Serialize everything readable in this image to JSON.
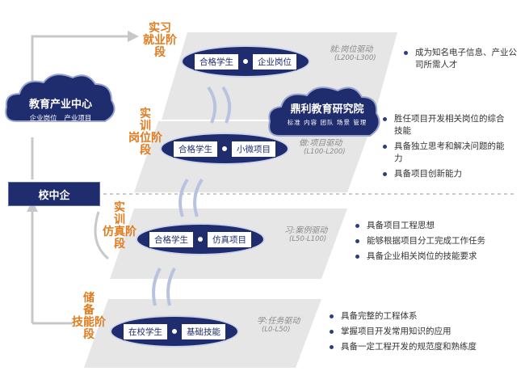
{
  "stages": [
    {
      "side_chars": [
        "实习",
        "就业阶",
        "段"
      ],
      "left_box": "合格学生",
      "right_box": "企业岗位",
      "label": "就:岗位驱动",
      "range": "(L200-L300)",
      "bullets": [
        "成为知名电子信息、产业公司所需人才"
      ]
    },
    {
      "side_chars": [
        "实",
        "训",
        "岗位阶",
        "段"
      ],
      "left_box": "合格学生",
      "right_box": "小微项目",
      "label": "做:项目驱动",
      "range": "(L100-L200)",
      "bullets": [
        "胜任项目开发相关岗位的综合技能",
        "具备独立思考和解决问题的能力",
        "具备项目创新能力"
      ]
    },
    {
      "side_chars": [
        "实",
        "训",
        "仿真阶",
        "段"
      ],
      "left_box": "合格学生",
      "right_box": "仿真项目",
      "label": "习:案例驱动",
      "range": "(L50-L100)",
      "bullets": [
        "具备项目工程思想",
        "能够根据项目分工完成工作任务",
        "具备企业相关岗位的技能要求"
      ]
    },
    {
      "side_chars": [
        "储",
        "备",
        "技能阶",
        "段"
      ],
      "left_box": "在校学生",
      "right_box": "基础技能",
      "label": "学:任务驱动",
      "range": "(L0-L50)",
      "bullets": [
        "具备完整的工程体系",
        "掌握项目开发常用知识的应用",
        "具备一定工程开发的规范度和熟练度"
      ]
    }
  ],
  "industry_center": {
    "title": "教育产业中心",
    "sub1": "企业岗位",
    "sub2": "产业项目"
  },
  "research_institute": {
    "title": "鼎利教育研究院",
    "subs": [
      "标准",
      "内容",
      "团队",
      "场景",
      "管理"
    ]
  },
  "school_enterprise": "校中企",
  "colors": {
    "navy": "#1f2d6e",
    "orange": "#e07b1f",
    "band": "#e6e6e6",
    "arrow": "#b9c3e0"
  }
}
